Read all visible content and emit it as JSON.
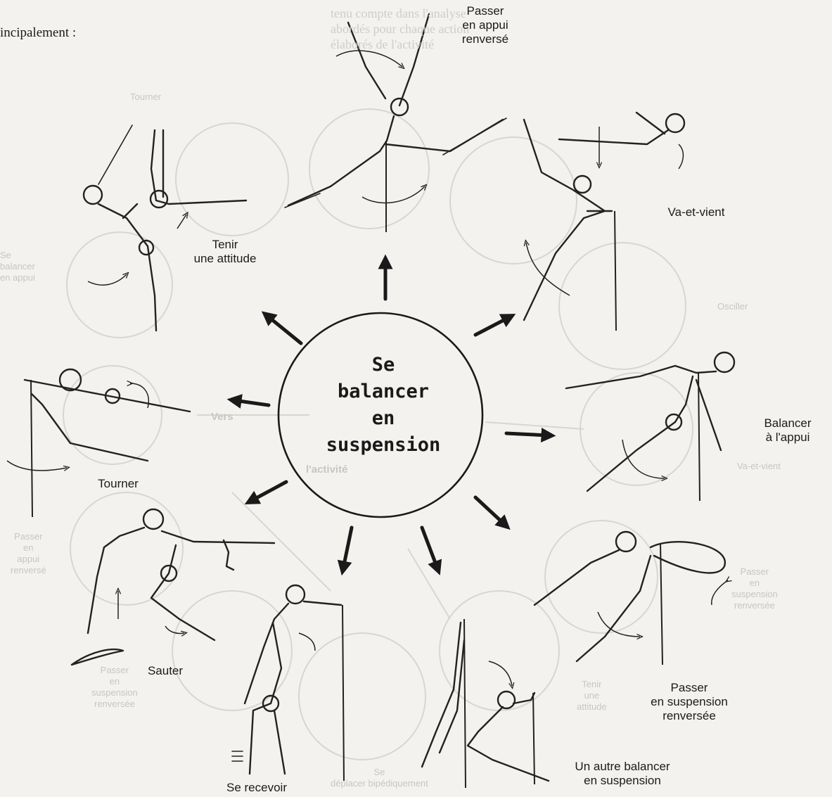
{
  "page": {
    "intro_text": "incipalement :",
    "bleed_lines": [
      "tenu compte dans l'analyse",
      "abordés pour chaque action",
      "élaborés de l'activité"
    ]
  },
  "center": {
    "lines": [
      "Se",
      "balancer",
      "en",
      "suspension"
    ]
  },
  "labels": {
    "top": [
      "Passer",
      "en appui",
      "renversé"
    ],
    "top_right": [
      "Va-et-vient"
    ],
    "right": [
      "Balancer",
      "à l'appui"
    ],
    "bottom_right": [
      "Passer",
      "en suspension",
      "renversée"
    ],
    "bottom_right2": [
      "Un autre balancer",
      "en suspension"
    ],
    "bottom": [
      "Se recevoir"
    ],
    "bottom_left": [
      "Sauter"
    ],
    "left": [
      "Tourner"
    ],
    "top_left": [
      "Tenir",
      "une attitude"
    ]
  },
  "ghost_labels": {
    "g1": [
      "Tourner"
    ],
    "g2": [
      "Se",
      "balancer",
      "en appui"
    ],
    "g3": [
      "Passer",
      "en",
      "appui",
      "renversé"
    ],
    "g4": [
      "Passer",
      "en",
      "suspension",
      "renversée"
    ],
    "g5": [
      "Se",
      "déplacer bipédiquement"
    ],
    "g6": [
      "Tenir",
      "une",
      "attitude"
    ],
    "g7": [
      "Passer",
      "en",
      "suspension",
      "renversée"
    ],
    "g8": [
      "Va-et-vient"
    ],
    "g9": [
      "Osciller"
    ],
    "g10": [
      "Vers"
    ],
    "g11": [
      "l'activité"
    ]
  },
  "icons": [
    "hub-circle",
    "radial-arrow",
    "gymnast-figure",
    "bar-pole",
    "motion-arrow"
  ],
  "colors": {
    "ink": "#1a1a1a",
    "paper": "#f3f2ef",
    "ghost": "#c8c6c2"
  }
}
